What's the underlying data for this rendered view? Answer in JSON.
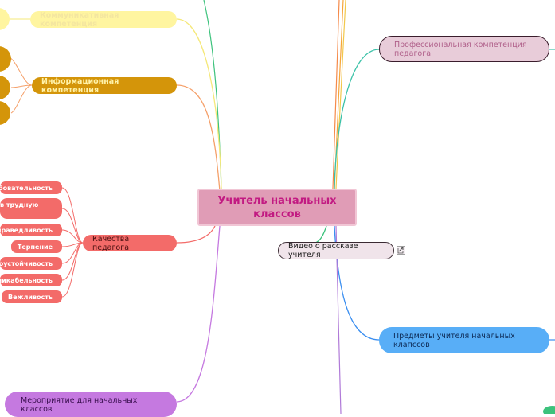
{
  "center": {
    "title": "Учитель начальных классов"
  },
  "branches": {
    "communicative": "Коммуникативная компетенция",
    "informational": "Информационная компетенция",
    "qualities": "Качества педагога",
    "event": "Мероприятие для начальных классов",
    "professional": "Профессиональная компетенция педагога",
    "video": "Видео о рассказе учителя",
    "subjects": "Предметы учителя начальных клапссов"
  },
  "qualities_items": [
    "ебовательность",
    "в трудную",
    "праведливость",
    "Терпение",
    "соустойчивость",
    "никабельность",
    "Вежливость"
  ],
  "colors": {
    "center_fill": "#e09cb6",
    "center_text": "#c21a82",
    "communicative_fill": "#fff5a0",
    "informational_fill": "#d4950a",
    "qualities_fill": "#f36b69",
    "professional_fill": "#e8ccd9",
    "subjects_fill": "#58aef7",
    "event_fill": "#c579e0"
  },
  "icons": {
    "video_link": "external-link-icon"
  }
}
